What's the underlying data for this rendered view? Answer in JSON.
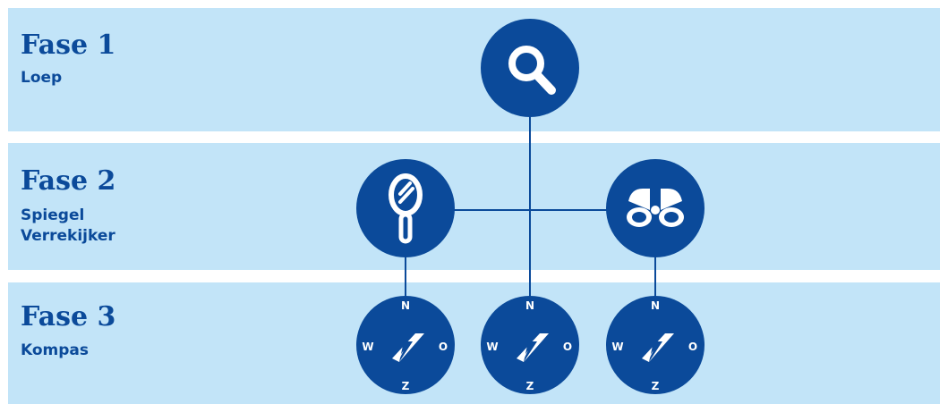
{
  "colors": {
    "band": "#c2e4f8",
    "accent": "#0b4a9a",
    "icon_fill": "#0b4a9a",
    "icon_glyph": "#ffffff"
  },
  "phases": [
    {
      "title": "Fase 1",
      "items": [
        "Loep"
      ]
    },
    {
      "title": "Fase 2",
      "items": [
        "Spiegel",
        "Verrekijker"
      ]
    },
    {
      "title": "Fase 3",
      "items": [
        "Kompas"
      ]
    }
  ],
  "icons": [
    "magnifier-icon",
    "hand-mirror-icon",
    "binoculars-icon",
    "compass-icon"
  ],
  "compass": {
    "north": "N",
    "west": "W",
    "east": "O",
    "south": "Z"
  }
}
